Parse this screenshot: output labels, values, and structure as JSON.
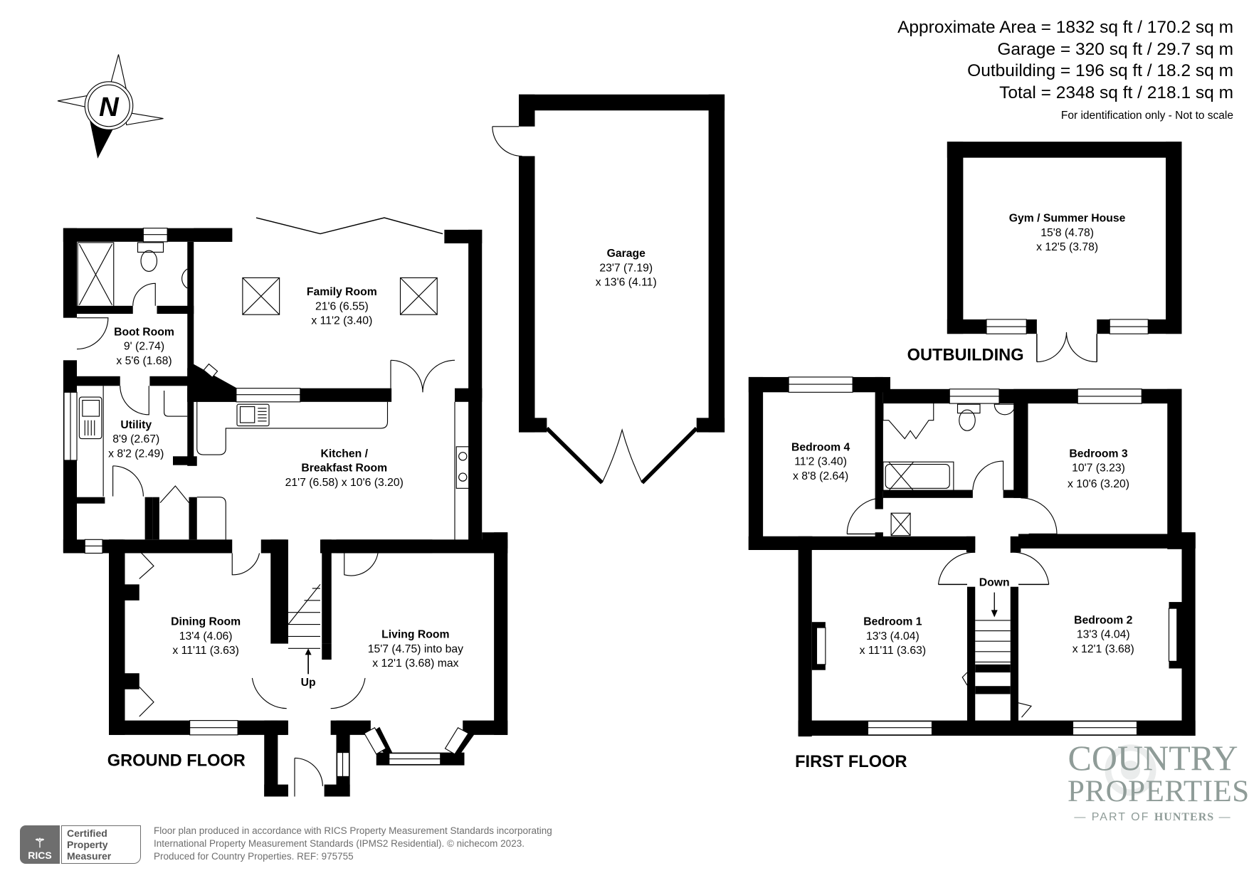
{
  "areas": {
    "lines": [
      "Approximate Area = 1832 sq ft / 170.2 sq m",
      "Garage = 320 sq ft / 29.7 sq m",
      "Outbuilding = 196 sq ft / 18.2 sq m",
      "Total = 2348 sq ft / 218.1 sq m"
    ],
    "note": "For identification only - Not to scale"
  },
  "compass": {
    "label": "N"
  },
  "floors": {
    "ground": "GROUND FLOOR",
    "first": "FIRST FLOOR",
    "outbuilding": "OUTBUILDING"
  },
  "rooms": {
    "boot_room": {
      "name": "Boot Room",
      "dim1": "9' (2.74)",
      "dim2": "x 5'6 (1.68)"
    },
    "family_room": {
      "name": "Family Room",
      "dim1": "21'6 (6.55)",
      "dim2": "x 11'2 (3.40)"
    },
    "utility": {
      "name": "Utility",
      "dim1": "8'9 (2.67)",
      "dim2": "x 8'2 (2.49)"
    },
    "kitchen": {
      "name1": "Kitchen /",
      "name2": "Breakfast Room",
      "dim1": "21'7 (6.58) x 10'6 (3.20)"
    },
    "dining_room": {
      "name": "Dining Room",
      "dim1": "13'4 (4.06)",
      "dim2": "x 11'11 (3.63)"
    },
    "living_room": {
      "name": "Living Room",
      "dim1": "15'7 (4.75) into bay",
      "dim2": "x 12'1 (3.68) max"
    },
    "garage": {
      "name": "Garage",
      "dim1": "23'7 (7.19)",
      "dim2": "x 13'6 (4.11)"
    },
    "gym": {
      "name": "Gym / Summer House",
      "dim1": "15'8 (4.78)",
      "dim2": "x 12'5 (3.78)"
    },
    "bedroom4": {
      "name": "Bedroom 4",
      "dim1": "11'2 (3.40)",
      "dim2": "x 8'8 (2.64)"
    },
    "bedroom3": {
      "name": "Bedroom 3",
      "dim1": "10'7 (3.23)",
      "dim2": "x 10'6 (3.20)"
    },
    "bedroom1": {
      "name": "Bedroom 1",
      "dim1": "13'3 (4.04)",
      "dim2": "x 11'11 (3.63)"
    },
    "bedroom2": {
      "name": "Bedroom 2",
      "dim1": "13'3 (4.04)",
      "dim2": "x 12'1 (3.68)"
    }
  },
  "stairs": {
    "up": "Up",
    "down": "Down"
  },
  "footer": {
    "badge_logo": "RICS",
    "badge_lines": [
      "Certified",
      "Property",
      "Measurer"
    ],
    "lines": [
      "Floor plan produced in accordance with RICS Property Measurement Standards incorporating",
      "International Property Measurement Standards (IPMS2 Residential).   © nichecom 2023.",
      "Produced for Country Properties.   REF: 975755"
    ]
  },
  "brand": {
    "line1": "COUNTRY",
    "line2": "PROPERTIES",
    "line3_prefix": "— PART OF",
    "line3_name": "HUNTERS",
    "line3_suffix": "—",
    "color": "#8f9c98"
  }
}
